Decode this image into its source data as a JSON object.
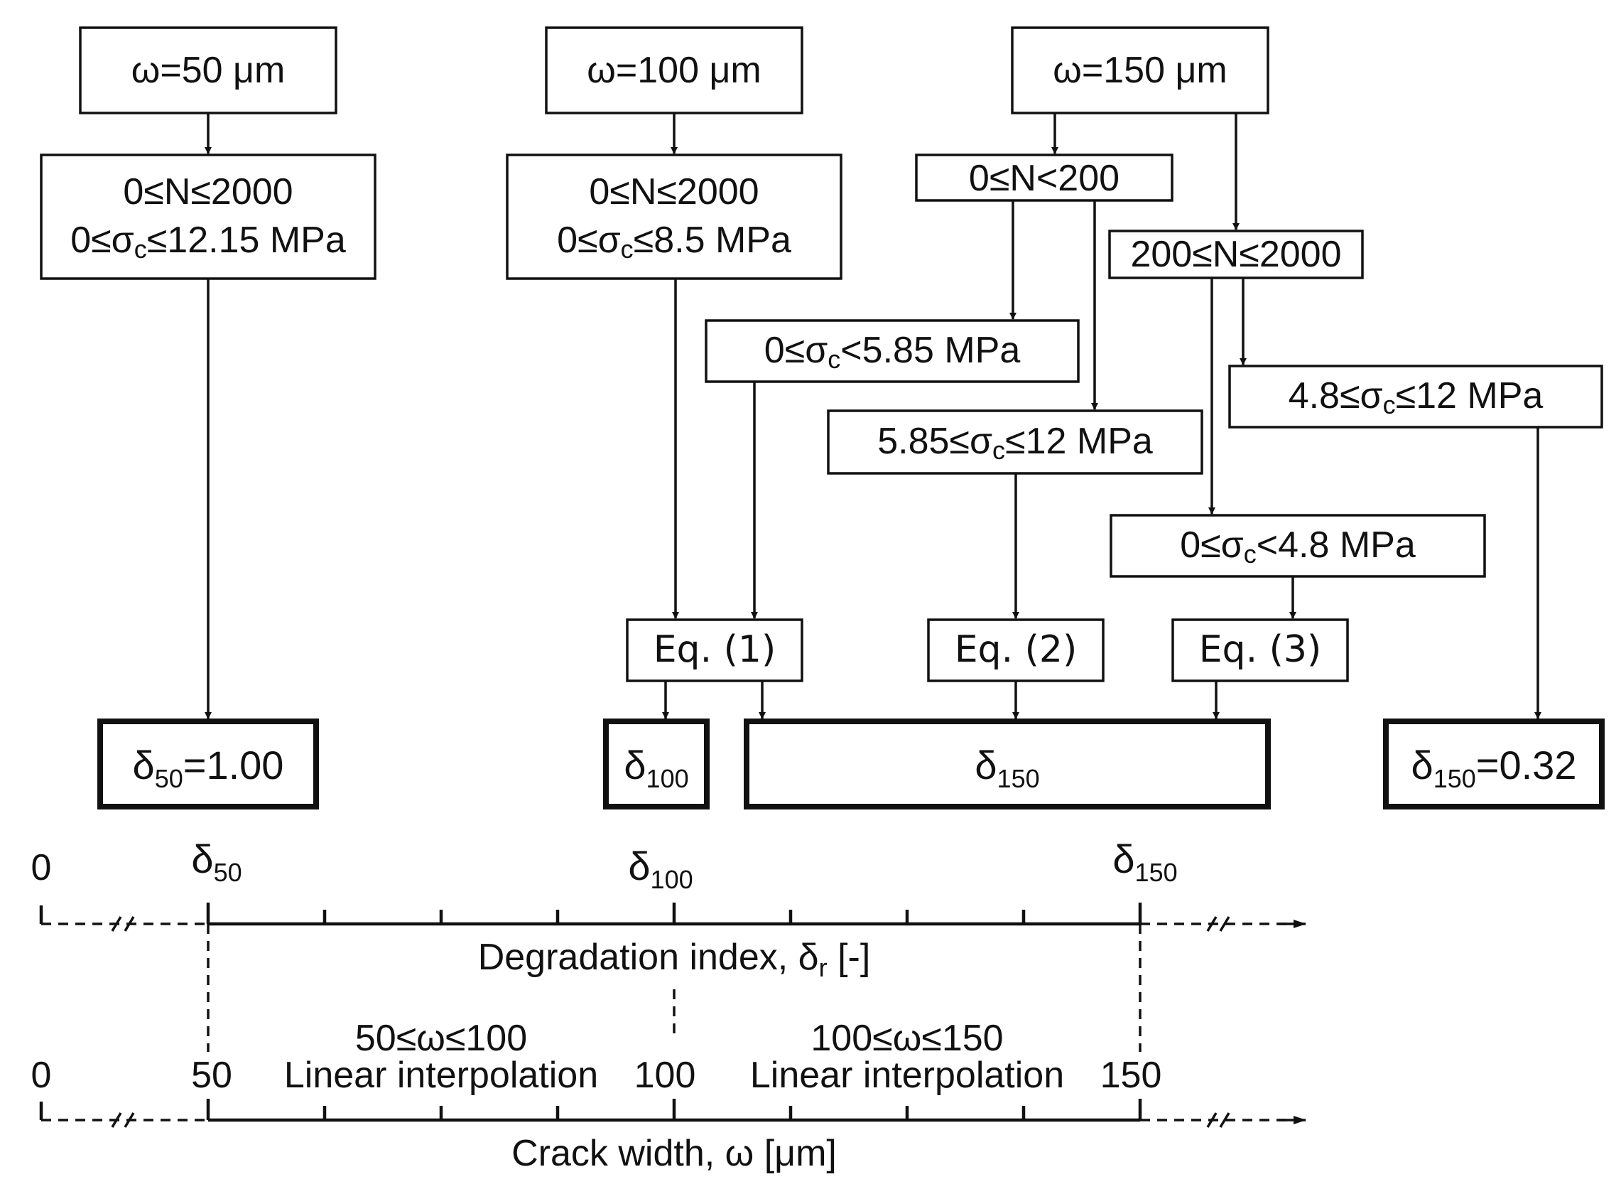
{
  "nodes": {
    "w50": "ω=50 μm",
    "w100": "ω=100 μm",
    "w150": "ω=150 μm",
    "cond50_n": "0≤N≤2000",
    "cond50_s_pre": "0≤σ",
    "cond50_s_sub": "c",
    "cond50_s_post": "≤12.15 MPa",
    "cond100_n": "0≤N≤2000",
    "cond100_s_pre": "0≤σ",
    "cond100_s_sub": "c",
    "cond100_s_post": "≤8.5 MPa",
    "n_low": "0≤N<200",
    "n_high": "200≤N≤2000",
    "s_low150_pre": "0≤σ",
    "s_low150_sub": "c",
    "s_low150_post": "<5.85 MPa",
    "s_high150_pre": "5.85≤σ",
    "s_high150_sub": "c",
    "s_high150_post": "≤12 MPa",
    "s_high200_pre": "4.8≤σ",
    "s_high200_sub": "c",
    "s_high200_post": "≤12 MPa",
    "s_low200_pre": "0≤σ",
    "s_low200_sub": "c",
    "s_low200_post": "<4.8 MPa",
    "eq1": "Eq. (1)",
    "eq2": "Eq. (2)",
    "eq3": "Eq. (3)"
  },
  "results": {
    "r50_sym": "δ",
    "r50_sub": "50",
    "r50_val": "=1.00",
    "r100_sym": "δ",
    "r100_sub": "100",
    "r150_sym": "δ",
    "r150_sub": "150",
    "r150b_sym": "δ",
    "r150b_sub": "150",
    "r150b_val": "=0.32"
  },
  "axis_top": {
    "zero": "0",
    "d50_sym": "δ",
    "d50_sub": "50",
    "d100_sym": "δ",
    "d100_sub": "100",
    "d150_sym": "δ",
    "d150_sub": "150",
    "label_pre": "Degradation index, δ",
    "label_sub": "r",
    "label_post": " [-]"
  },
  "axis_bottom": {
    "zero": "0",
    "t50": "50",
    "t100": "100",
    "t150": "150",
    "range1": "50≤ω≤100",
    "range2": "100≤ω≤150",
    "interp1": "Linear interpolation",
    "interp2": "Linear interpolation",
    "label": "Crack width, ω [μm]"
  }
}
